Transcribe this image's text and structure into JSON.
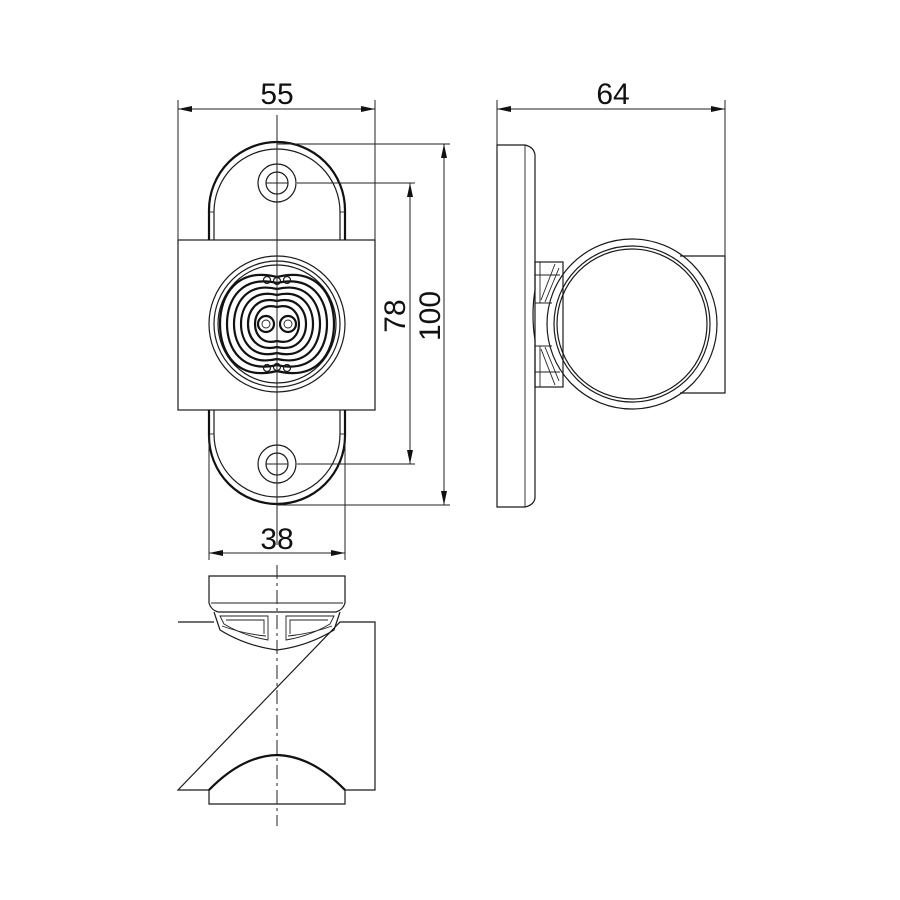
{
  "drawing": {
    "type": "technical-dimension-drawing",
    "units": "mm",
    "views": [
      {
        "name": "front-view"
      },
      {
        "name": "side-view"
      },
      {
        "name": "top-view"
      }
    ]
  },
  "dimensions": {
    "overall_width": "55",
    "hole_spacing": "78",
    "overall_height": "100",
    "base_width": "38",
    "depth": "64"
  },
  "colors": {
    "line": "#1a1a1a",
    "background": "#ffffff"
  }
}
